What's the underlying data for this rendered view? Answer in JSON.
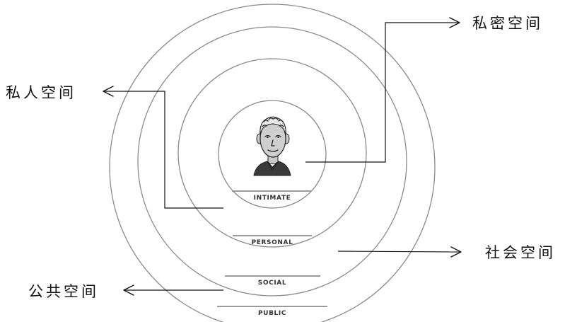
{
  "zones": {
    "intimate": "INTIMATE",
    "personal": "PERSONAL",
    "social": "SOCIAL",
    "public": "PUBLIC"
  },
  "callouts": {
    "intimate_space": "私密空间",
    "personal_space": "私人空间",
    "social_space": "社会空间",
    "public_space": "公共空间"
  },
  "icons": {
    "center": "person-face-icon"
  },
  "colors": {
    "ring_stroke": "#8a8a8a",
    "text": "#111111"
  }
}
